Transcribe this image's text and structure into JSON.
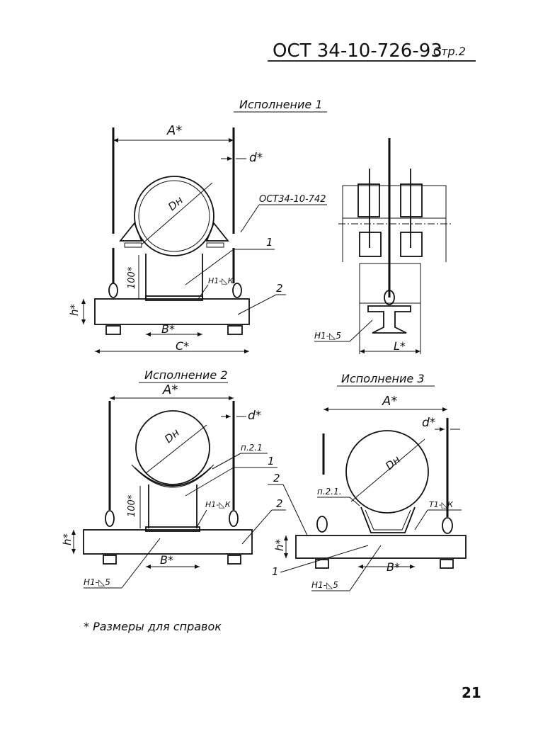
{
  "header": {
    "doc_code": "ОСТ 34-10-726-93",
    "page": "Стр.2"
  },
  "variant1": {
    "title": "Исполнение 1",
    "dim_A": "A*",
    "dim_d": "d*",
    "ref_ost": "ОСТ34-10-742",
    "pipe_dia": "Dн",
    "part_1": "1",
    "part_2": "2",
    "dim_100": "100*",
    "dim_h": "h*",
    "weld": "Н1-◺К",
    "dim_B": "B*",
    "dim_C": "C*",
    "side_weld": "Н1-◺5",
    "dim_L": "L*"
  },
  "variant2": {
    "title": "Исполнение 2",
    "dim_A": "A*",
    "dim_d": "d*",
    "pipe_dia": "Dн",
    "note_ref": "п.2.1",
    "part_1": "1",
    "part_2": "2",
    "dim_100": "100*",
    "dim_h": "h*",
    "weld_top": "Н1-◺К",
    "weld_bottom": "Н1-◺5",
    "dim_B": "B*"
  },
  "variant3": {
    "title": "Исполнение 3",
    "dim_A": "A*",
    "dim_d": "d*",
    "pipe_dia": "Dн",
    "note_ref": "п.2.1.",
    "part_1": "1",
    "part_2": "2",
    "dim_h": "h*",
    "weld_top": "Т1-◺К",
    "weld_bottom": "Н1-◺5",
    "dim_B": "B*"
  },
  "footnote": "* Размеры для справок",
  "page_number": "21"
}
